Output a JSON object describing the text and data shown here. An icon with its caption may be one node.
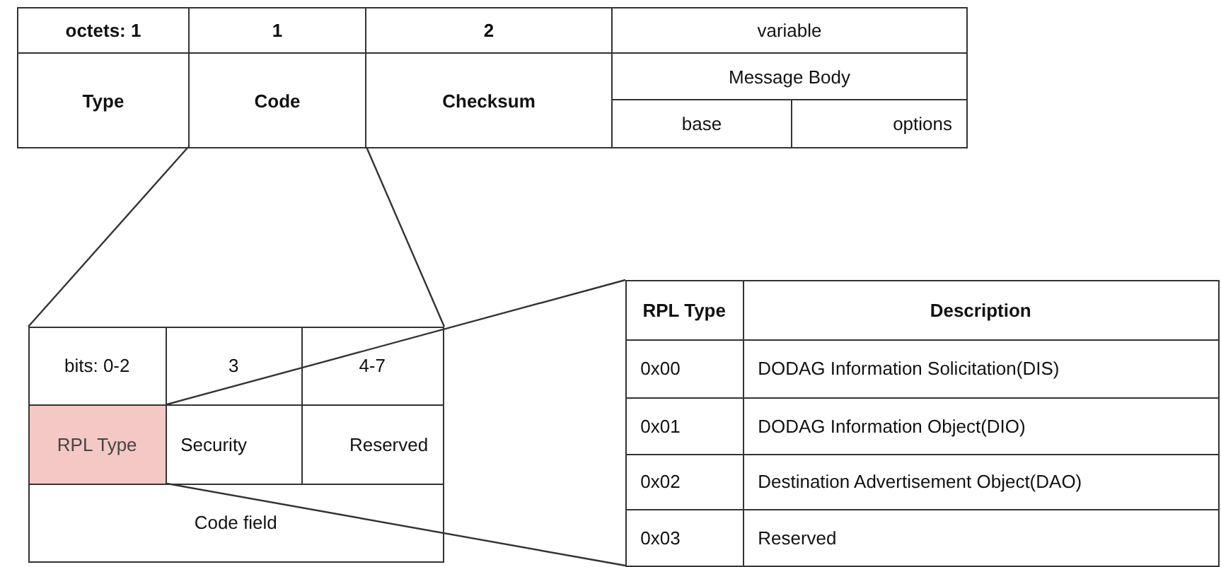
{
  "diagram": {
    "nodes": [
      {
        "text": [
          "Code"
        ]
      },
      {
        "text": [],
        "shape": "box"
      },
      {
        "text": [
          "RPL Type"
        ],
        "in": 1
      },
      {
        "text": [],
        "shape": "box"
      }
    ],
    "edges": [
      {
        "from": 0,
        "to": 1,
        "arrow": "none"
      },
      {
        "from": 0,
        "to": 1,
        "arrow": "none"
      },
      {
        "from": 2,
        "to": 3,
        "arrow": "none"
      },
      {
        "from": 2,
        "to": 3,
        "arrow": "none"
      }
    ],
    "labels": [
      "octets: 1",
      "1",
      "2",
      "variable",
      "Type",
      "Checksum",
      "Message Body",
      "base",
      "options",
      "bits: 0-2",
      "3",
      "4-7",
      "Security",
      "Reserved",
      "Code field",
      "RPL Type",
      "Description",
      "0x00",
      "DODAG Information Solicitation(DIS)",
      "0x01",
      "DODAG Information Object(DIO)",
      "0x02",
      "Destination Advertisement Object(DAO)",
      "0x03",
      "Reserved"
    ]
  }
}
